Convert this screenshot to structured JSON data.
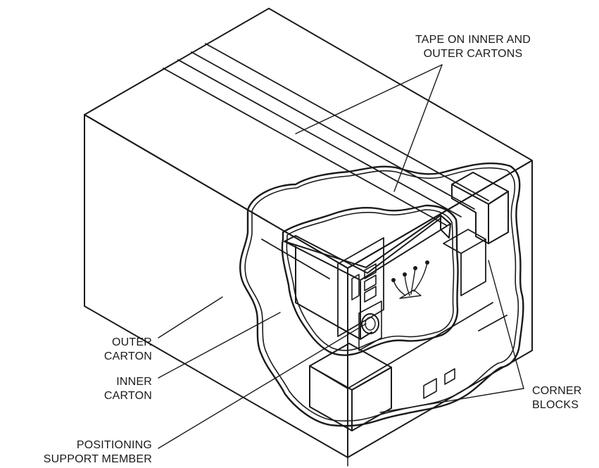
{
  "labels": {
    "tape_line1": "TAPE ON INNER AND",
    "tape_line2": "OUTER CARTONS",
    "outer_line1": "OUTER",
    "outer_line2": "CARTON",
    "inner_line1": "INNER",
    "inner_line2": "CARTON",
    "positioning_line1": "POSITIONING",
    "positioning_line2": "SUPPORT MEMBER",
    "corner_line1": "CORNER",
    "corner_line2": "BLOCKS"
  }
}
